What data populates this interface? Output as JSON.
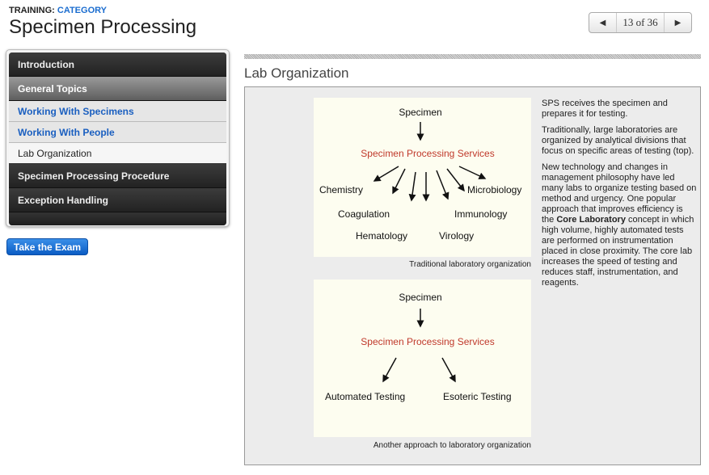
{
  "header": {
    "crumb_prefix": "TRAINING:",
    "crumb_category": "CATEGORY",
    "title": "Specimen Processing"
  },
  "pager": {
    "prev_icon": "triangle-left",
    "next_icon": "triangle-right",
    "label": "13 of 36"
  },
  "section_title": "Lab Organization",
  "sidebar": {
    "items": [
      {
        "label": "Introduction"
      },
      {
        "label": "General Topics"
      },
      {
        "label": "Working With Specimens"
      },
      {
        "label": "Working With People"
      },
      {
        "label": "Lab Organization"
      },
      {
        "label": "Specimen Processing Procedure"
      },
      {
        "label": "Exception Handling"
      }
    ]
  },
  "exam_button": "Take the Exam",
  "figure1": {
    "top": "Specimen",
    "middle": "Specimen Processing Services",
    "divisions": [
      "Chemistry",
      "Coagulation",
      "Hematology",
      "Virology",
      "Immunology",
      "Microbiology"
    ],
    "caption": "Traditional laboratory organization"
  },
  "figure2": {
    "top": "Specimen",
    "middle": "Specimen Processing Services",
    "left": "Automated Testing",
    "right": "Esoteric Testing",
    "caption": "Another approach to laboratory organization"
  },
  "text": {
    "p1": "SPS receives the specimen and prepares it for testing.",
    "p2": "Traditionally, large laboratories are organized by analytical divisions that focus on specific areas of testing (top).",
    "p3a": "New technology and changes in management philosophy have led many labs to organize testing based on method and urgency. One popular approach that improves efficiency is the ",
    "p3b": "Core Laboratory",
    "p3c": " concept in which high volume, highly automated tests are performed on instrumentation placed in close proximity. The core lab increases the speed of testing and reduces staff, instrumentation, and reagents."
  }
}
